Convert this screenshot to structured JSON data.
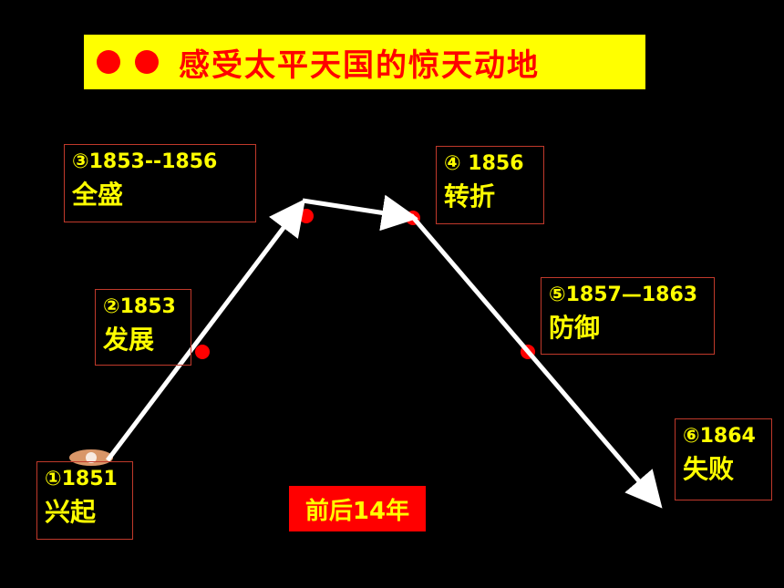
{
  "title": {
    "text": "感受太平天国的惊天动地"
  },
  "stages": [
    {
      "date": "①1851",
      "name": "兴起"
    },
    {
      "date": "②1853",
      "name": "发展"
    },
    {
      "date": "③1853--1856",
      "name": "全盛"
    },
    {
      "date": "④ 1856",
      "name": "转折"
    },
    {
      "date": "⑤1857—1863",
      "name": "防御"
    },
    {
      "date": "⑥1864",
      "name": "失败"
    }
  ],
  "duration": "前后14年",
  "colors": {
    "title_bg": "#ffff00",
    "title_text": "#ff0000",
    "accent": "#ff0000",
    "label_text": "#ffff00",
    "arrow": "#ffffff"
  }
}
